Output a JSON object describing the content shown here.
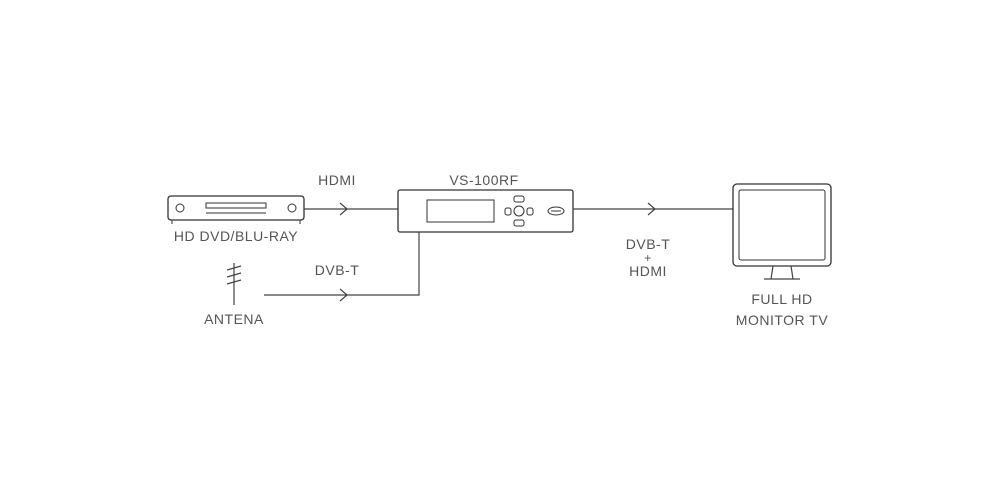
{
  "devices": {
    "player": {
      "label": "HD DVD/BLU-RAY"
    },
    "antenna": {
      "label": "ANTENA"
    },
    "modulator": {
      "label": "VS-100RF"
    },
    "monitor": {
      "label_line1": "FULL HD",
      "label_line2": "MONITOR TV"
    }
  },
  "connections": {
    "hdmi_in": {
      "label": "HDMI"
    },
    "dvbt_in": {
      "label": "DVB-T"
    },
    "output": {
      "label_line1": "DVB-T",
      "label_line2": "+",
      "label_line3": "HDMI"
    }
  },
  "colors": {
    "line": "#444444",
    "text": "#555555",
    "background": "#ffffff"
  }
}
